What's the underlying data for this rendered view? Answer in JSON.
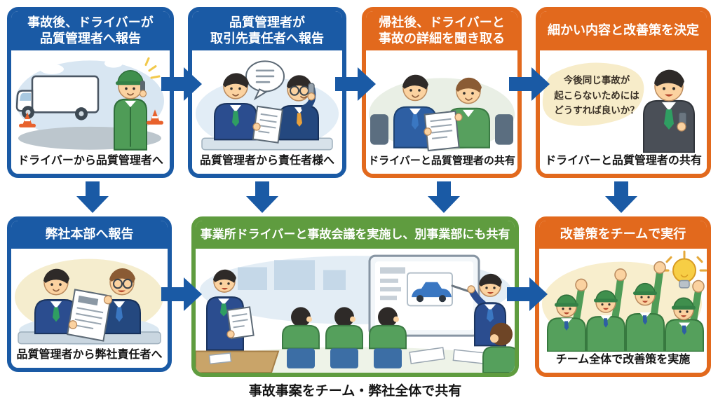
{
  "colors": {
    "blue": "#1a5aa5",
    "orange": "#e2691d",
    "green": "#5f9c3f",
    "arrow": "#1a5aa5"
  },
  "icons": {
    "arrow_right": "right-arrow-icon",
    "arrow_down": "down-arrow-icon",
    "lightbulb": "lightbulb-icon",
    "speech_bubble": "speech-bubble-icon"
  },
  "panels": [
    {
      "header": "事故後、ドライバーが\n品質管理者へ報告",
      "caption": "ドライバーから品質管理者へ"
    },
    {
      "header": "品質管理者が\n取引先責任者へ報告",
      "caption": "品質管理者から責任者様へ"
    },
    {
      "header": "帰社後、ドライバーと\n事故の詳細を聞き取る",
      "caption": "ドライバーと品質管理者の共有"
    },
    {
      "header": "細かい内容と改善策を決定",
      "caption": "ドライバーと品質管理者の共有",
      "bubble_text": "今後同じ事故が\n起こらないためには\nどうすれば良いか？"
    },
    {
      "header": "弊社本部へ報告",
      "caption": "品質管理者から弊社責任者へ"
    },
    {
      "header": "事業所ドライバーと事故会議を実施し、別事業部にも共有"
    },
    {
      "header": "改善策をチームで実行",
      "caption": "チーム全体で改善策を実施"
    }
  ],
  "footer": {
    "caption": "事故事案をチーム・弊社全体で共有"
  }
}
